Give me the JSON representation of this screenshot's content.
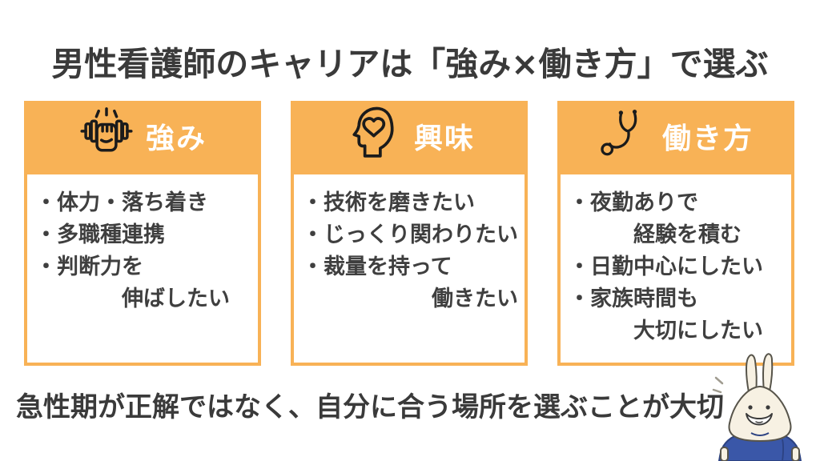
{
  "title": "男性看護師のキャリアは「強み×働き方」で選ぶ",
  "footer": "急性期が正解ではなく、自分に合う場所を選ぶことが大切",
  "colors": {
    "accent_orange": "#f8b256",
    "text_dark": "#3c3c3c",
    "header_text": "#ffffff",
    "mascot_shirt_blue": "#3a57a8",
    "mascot_body_cream": "#f5eedf"
  },
  "columns": [
    {
      "header": "強み",
      "icon": "dumbbell-fist-icon",
      "lines": [
        "・体力・落ち着き",
        "・多職種連携",
        "・判断力を",
        "　　　　伸ばしたい"
      ]
    },
    {
      "header": "興味",
      "icon": "head-heart-icon",
      "lines": [
        "・技術を磨きたい",
        "・じっくり関わりたい",
        "・裁量を持って",
        "　　　　　　働きたい"
      ]
    },
    {
      "header": "働き方",
      "icon": "stethoscope-icon",
      "lines": [
        "・夜勤ありで",
        "　　　経験を積む",
        "・日勤中心にしたい",
        "・家族時間も",
        "　　　大切にしたい"
      ]
    }
  ],
  "mascot": {
    "name": "rabbit-mascot"
  }
}
